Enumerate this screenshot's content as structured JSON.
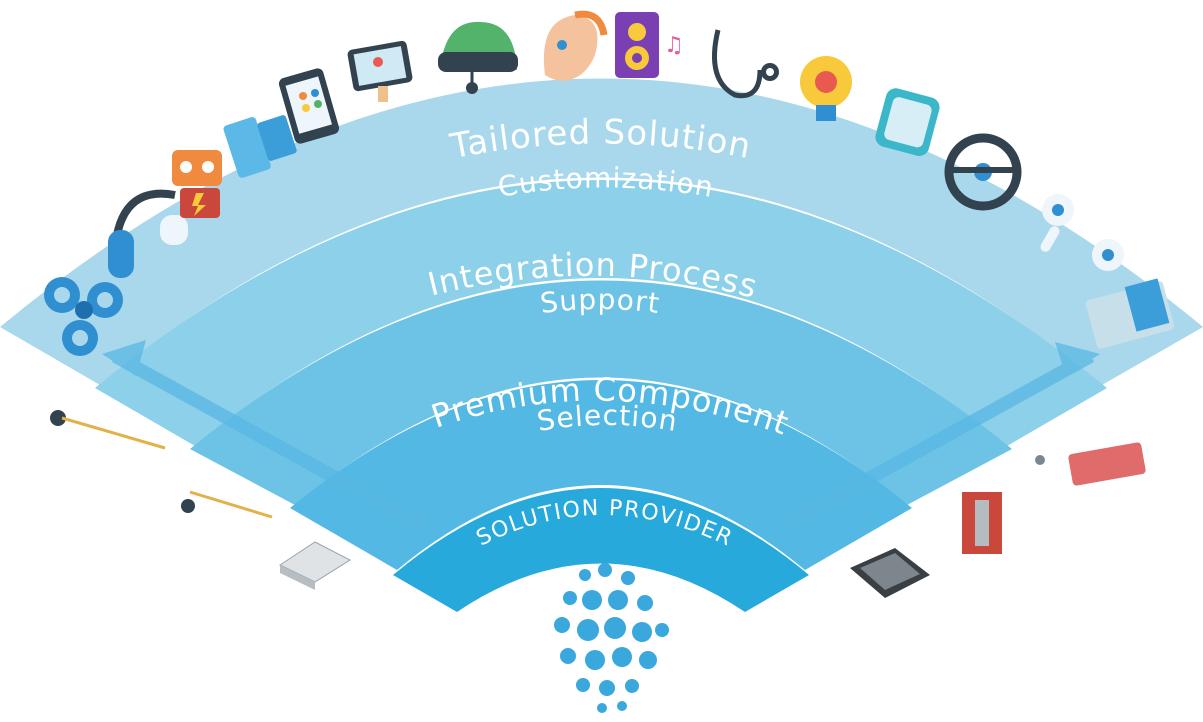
{
  "diagram": {
    "bands": [
      {
        "title": "Tailored Solution",
        "subtitle": "Customization"
      },
      {
        "title": "Integration Process",
        "subtitle": "Support"
      },
      {
        "title": "Premium Component",
        "subtitle": "Selection"
      }
    ],
    "core": {
      "label": "SOLUTION PROVIDER"
    },
    "colors": {
      "outer_band": "#a9d8ec",
      "band_3": "#8cd0ea",
      "band_2": "#6dc3e6",
      "band_1": "#53b9e4",
      "core": "#27a9dc",
      "arrow": "#58b7e3",
      "icon_blue": "#2f8fd0",
      "icon_dark": "#32424f",
      "icon_orange": "#f08a3e",
      "icon_yellow": "#f7c93b"
    },
    "application_icons": [
      "fidget-spinner-icon",
      "headphones-icon",
      "robot-icon",
      "intercom-phone-icon",
      "smartphone-icon",
      "tablet-map-icon",
      "pilot-helmet-icon",
      "hearing-aid-icon",
      "speaker-music-icon",
      "stethoscope-icon",
      "lightbulb-gear-icon",
      "smartwatch-icon",
      "steering-wheel-icon",
      "earbuds-icon",
      "device-module-icon"
    ],
    "component_icons": [
      "speaker-wire-icon",
      "microphone-wire-icon",
      "mems-microphone-icon",
      "receiver-speaker-icon",
      "bracket-module-icon",
      "flex-board-icon"
    ],
    "logo": "sphere-dots-logo"
  }
}
